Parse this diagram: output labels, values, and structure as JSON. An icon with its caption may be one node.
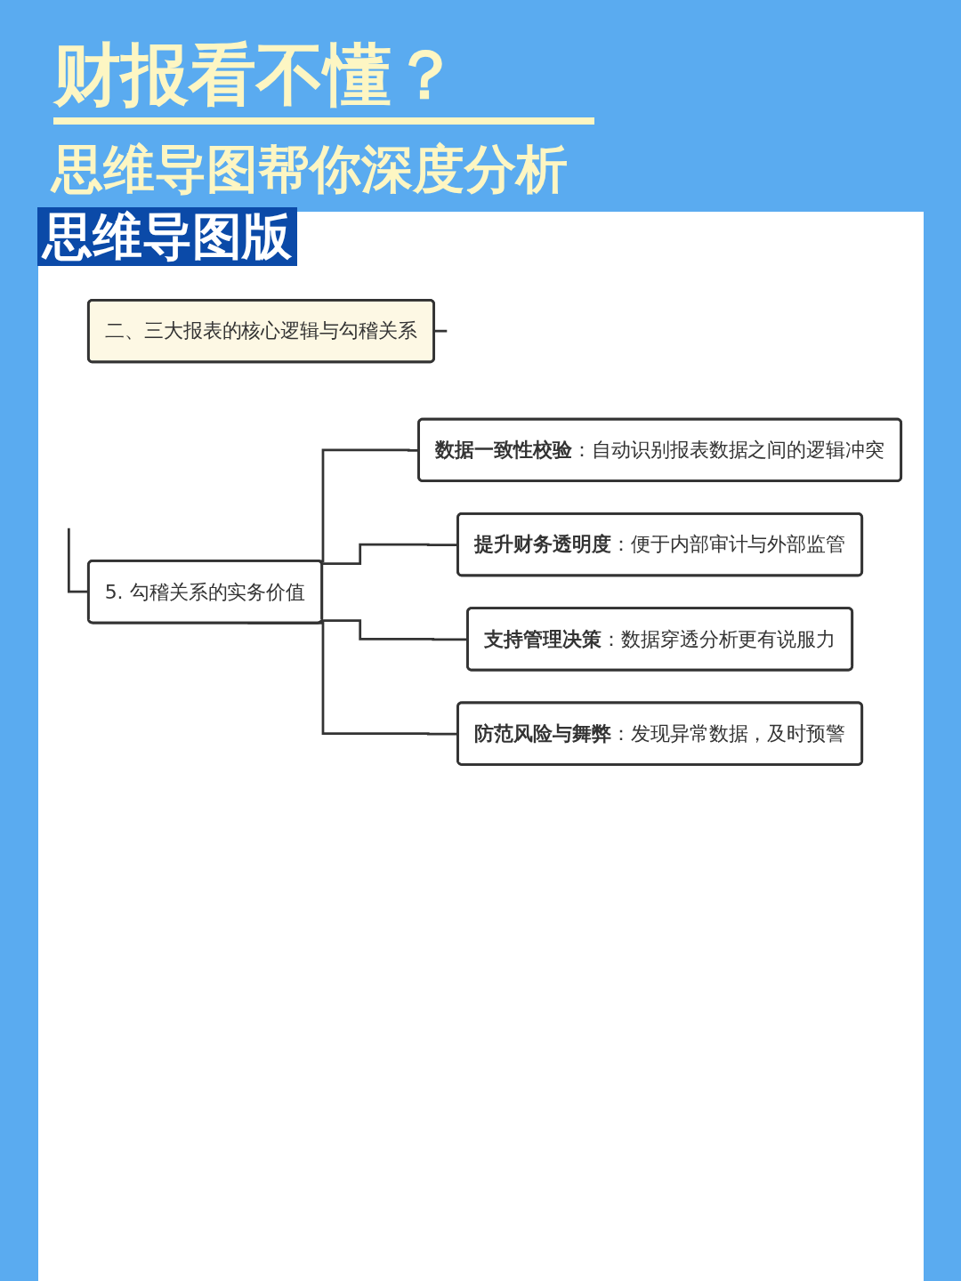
{
  "diagram": {
    "title": "财报看不懂？",
    "nodes": [
      {
        "text": [
          "二、三大报表的核心逻辑与勾稽关系"
        ]
      },
      {
        "text": [
          "5. 勾稽关系的实务价值"
        ]
      },
      {
        "text": [
          "**数据一致性校验**：自动识别报表数据之间的逻辑冲突"
        ]
      },
      {
        "text": [
          "**提升财务透明度**：便于内部审计与外部监管"
        ]
      },
      {
        "text": [
          "**支持管理决策**：数据穿透分析更有说服力"
        ]
      },
      {
        "text": [
          "**防范风险与舞弊**：发现异常数据，及时预警"
        ]
      }
    ],
    "edges": [
      {
        "from": 0,
        "to": null,
        "arrow": "none"
      },
      {
        "from": null,
        "to": 1,
        "arrow": "none"
      },
      {
        "from": 1,
        "to": 2,
        "arrow": "none"
      },
      {
        "from": 1,
        "to": 3,
        "arrow": "none"
      },
      {
        "from": 1,
        "to": 4,
        "arrow": "none"
      },
      {
        "from": 1,
        "to": 5,
        "arrow": "none"
      }
    ],
    "labels": [
      "思维导图帮你深度分析",
      "思维导图版"
    ]
  }
}
